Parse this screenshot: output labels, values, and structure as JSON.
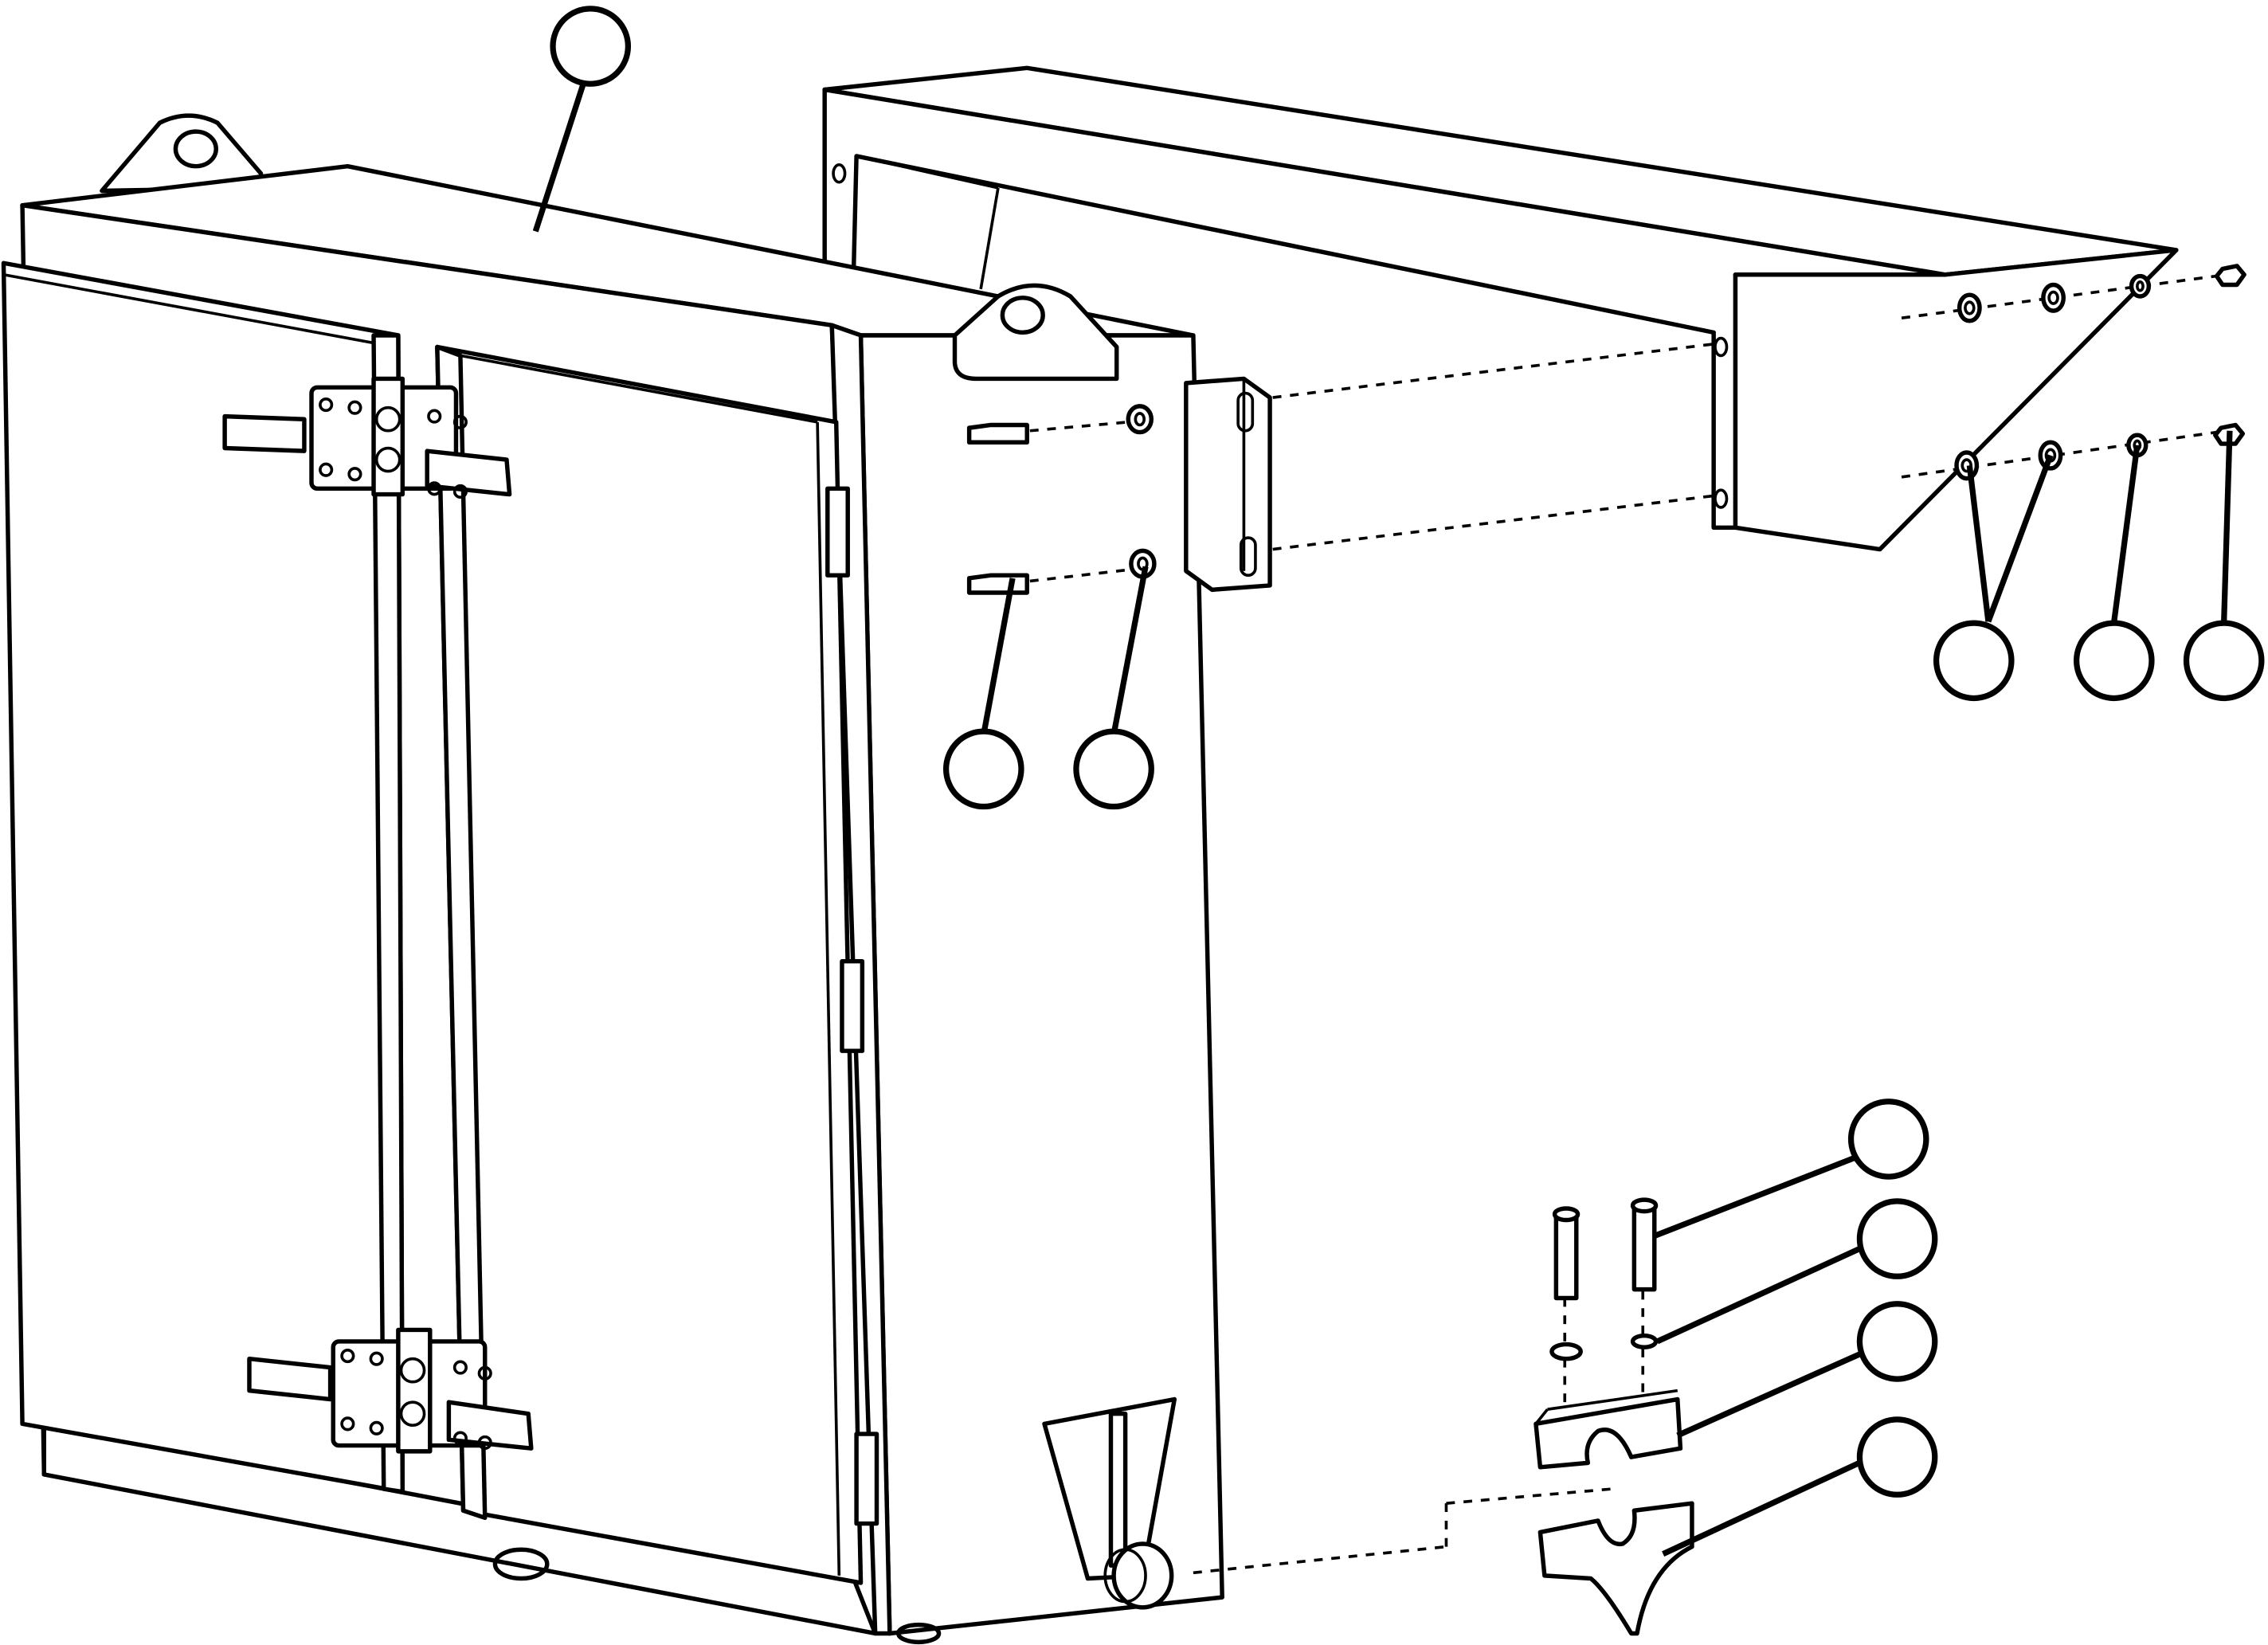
{
  "diagram": {
    "type": "exploded-assembly-drawing",
    "line_color": "#000000",
    "background_color": "#ffffff",
    "callout_balloons": [
      {
        "id": "balloon-enclosure",
        "label": ""
      },
      {
        "id": "balloon-bolt",
        "label": ""
      },
      {
        "id": "balloon-washer",
        "label": ""
      },
      {
        "id": "balloon-flat-washers",
        "label": ""
      },
      {
        "id": "balloon-lock-washer",
        "label": ""
      },
      {
        "id": "balloon-nut",
        "label": ""
      },
      {
        "id": "balloon-clamp-bolt",
        "label": ""
      },
      {
        "id": "balloon-clamp-washer",
        "label": ""
      },
      {
        "id": "balloon-clamp-upper",
        "label": ""
      },
      {
        "id": "balloon-clamp-lower",
        "label": ""
      }
    ]
  }
}
